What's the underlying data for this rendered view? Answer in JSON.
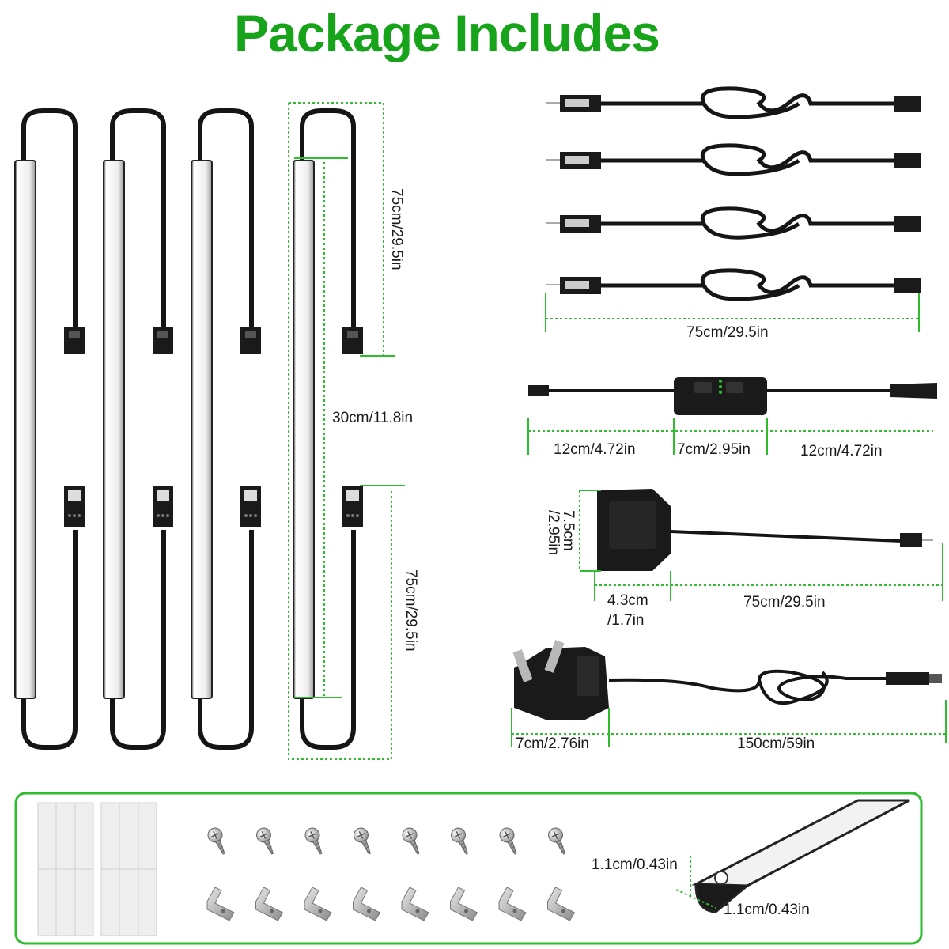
{
  "title": "Package Includes",
  "colors": {
    "accent": "#17a31a",
    "dimension_line": "#2ebd2e",
    "cable": "#151515",
    "bar": "#f4f4f4",
    "metal": "#b9b9b9"
  },
  "dimensions": {
    "light_bar_cable_top": "75cm/29.5in",
    "light_bar_length": "30cm/11.8in",
    "light_bar_cable_bottom": "75cm/29.5in",
    "extension_cable": "75cm/29.5in",
    "switch_lead_left": "12cm/4.72in",
    "switch_body": "7cm/2.95in",
    "switch_lead_right": "12cm/4.72in",
    "hub_height_line1": "7.5cm",
    "hub_height_line2": "/2.95in",
    "hub_width_line1": "4.3cm",
    "hub_width_line2": "/1.7in",
    "hub_cable": "75cm/29.5in",
    "adapter_width": "7cm/2.76in",
    "adapter_cable": "150cm/59in",
    "profile_height": "1.1cm/0.43in",
    "profile_width": "1.1cm/0.43in"
  },
  "counts": {
    "light_bars": 4,
    "extension_cables": 4,
    "adhesive_sheets": 2,
    "screws": 8,
    "mounting_clips": 8
  }
}
